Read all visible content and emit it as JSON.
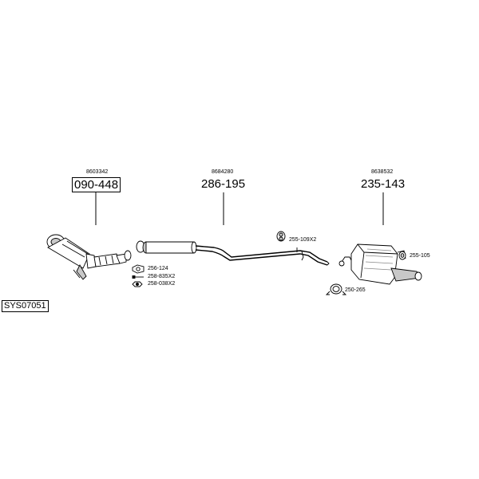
{
  "system_code": "SYS07051",
  "parts": {
    "catalyst": {
      "ref": "8603342",
      "number": "090-448"
    },
    "middle_pipe": {
      "ref": "8684280",
      "number": "286-195"
    },
    "rear_silencer": {
      "ref": "8638532",
      "number": "235-143"
    }
  },
  "fittings": {
    "gasket": "256-124",
    "bolt": "258-835X2",
    "nut": "258-038X2",
    "mount_mid": "255-109X2",
    "mount_rear": "255-105",
    "clamp": "250-265"
  },
  "colors": {
    "line": "#000000",
    "fill": "#ffffff",
    "shade": "#c8c8c8"
  }
}
